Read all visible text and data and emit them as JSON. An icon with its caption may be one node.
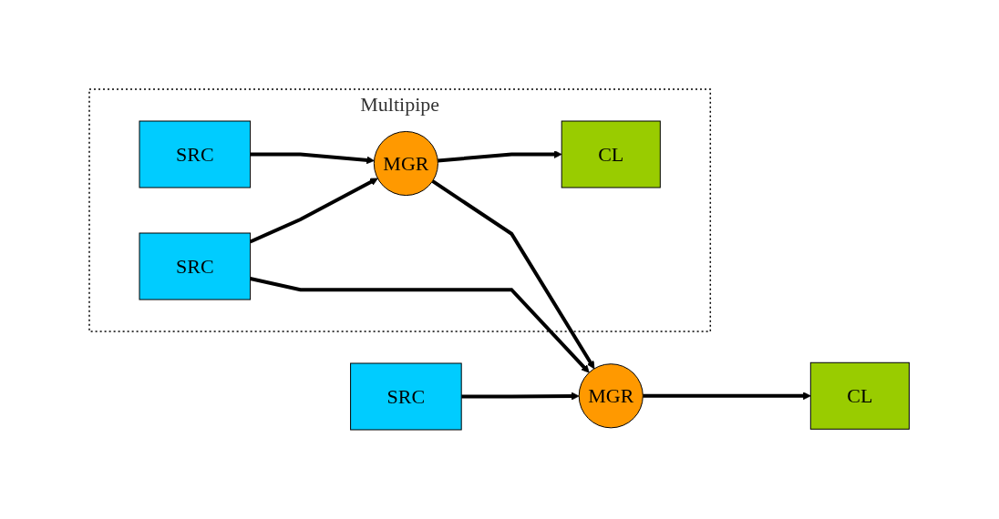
{
  "diagram": {
    "nodes": [
      {
        "text": [
          "Multipipe"
        ]
      },
      {
        "text": [
          "SRC"
        ],
        "in": 0
      },
      {
        "text": [
          "SRC"
        ],
        "in": 0
      },
      {
        "text": [
          "MGR"
        ],
        "in": 0
      },
      {
        "text": [
          "CL"
        ],
        "in": 0
      },
      {
        "text": [
          "MGR"
        ]
      },
      {
        "text": [
          "CL"
        ]
      },
      {
        "text": [
          "SRC"
        ]
      }
    ],
    "edges": [
      {
        "from": 1,
        "to": 3,
        "arrow": "to"
      },
      {
        "from": 3,
        "to": 4,
        "arrow": "to"
      },
      {
        "from": 2,
        "to": 3,
        "arrow": "to"
      },
      {
        "from": 2,
        "to": 5,
        "arrow": "to"
      },
      {
        "from": 3,
        "to": 5,
        "arrow": "to"
      },
      {
        "from": 5,
        "to": 6,
        "arrow": "to"
      },
      {
        "from": 7,
        "to": 5,
        "arrow": "to"
      }
    ]
  }
}
